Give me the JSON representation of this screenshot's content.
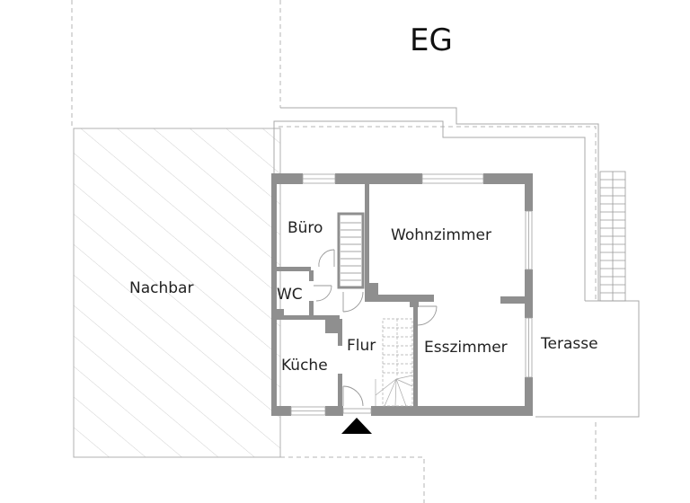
{
  "plan": {
    "title": "EG",
    "colors": {
      "wall": "#8f8f8f",
      "line": "#a8a8a8",
      "dashed": "#b0b0b0",
      "hatch": "#d0d0d0",
      "entry_marker": "#000000",
      "text": "#222222"
    },
    "rooms": {
      "nachbar": "Nachbar",
      "buero": "Büro",
      "wc": "WC",
      "kueche": "Küche",
      "flur": "Flur",
      "wohnzimmer": "Wohnzimmer",
      "esszimmer": "Esszimmer",
      "terasse": "Terasse"
    },
    "icons": {
      "entrance": "entrance-arrow-icon",
      "stairs": "stairs-icon",
      "door": "door-swing-icon",
      "window": "window-icon"
    }
  }
}
